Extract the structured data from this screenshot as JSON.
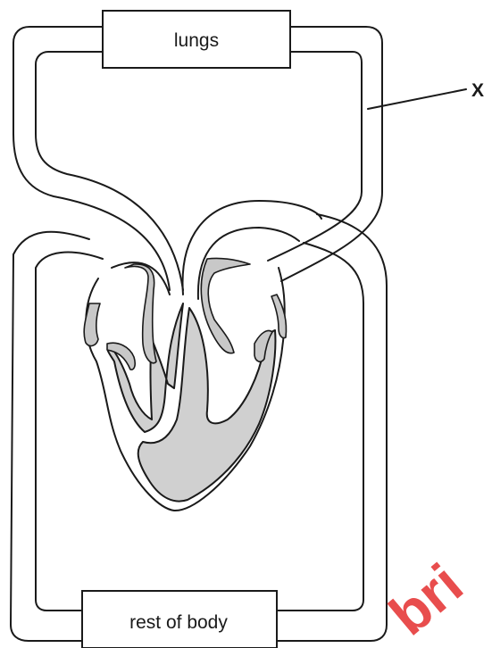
{
  "labels": {
    "top_organ": "lungs",
    "bottom_organ": "rest of body",
    "marker": "X"
  },
  "watermark": {
    "text": "bri",
    "color": "#e63a3a"
  },
  "colors": {
    "outline": "#1a1a1a",
    "heart_tissue": "#d0d0d0",
    "background": "#ffffff"
  }
}
